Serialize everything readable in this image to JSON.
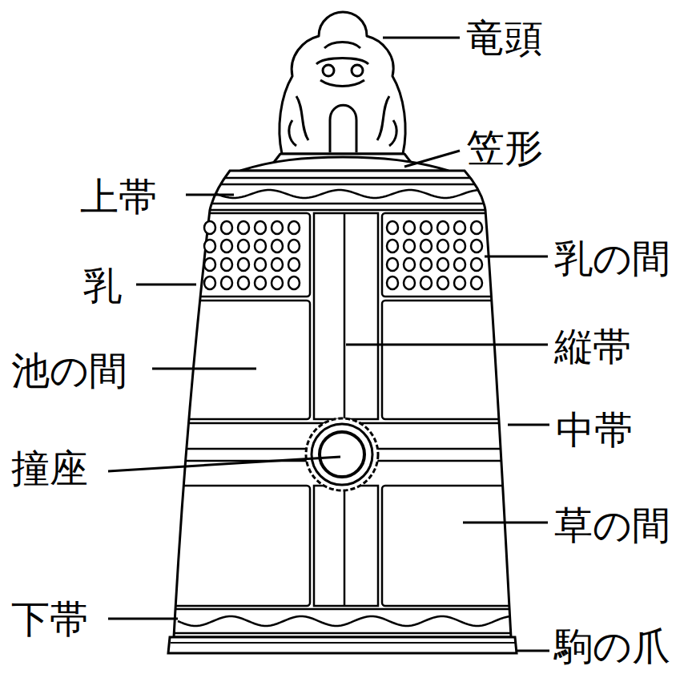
{
  "diagram": {
    "labels": [
      "竜頭",
      "笠形",
      "上帯",
      "乳の間",
      "乳",
      "縦帯",
      "池の間",
      "中帯",
      "撞座",
      "草の間",
      "下帯",
      "駒の爪"
    ]
  }
}
